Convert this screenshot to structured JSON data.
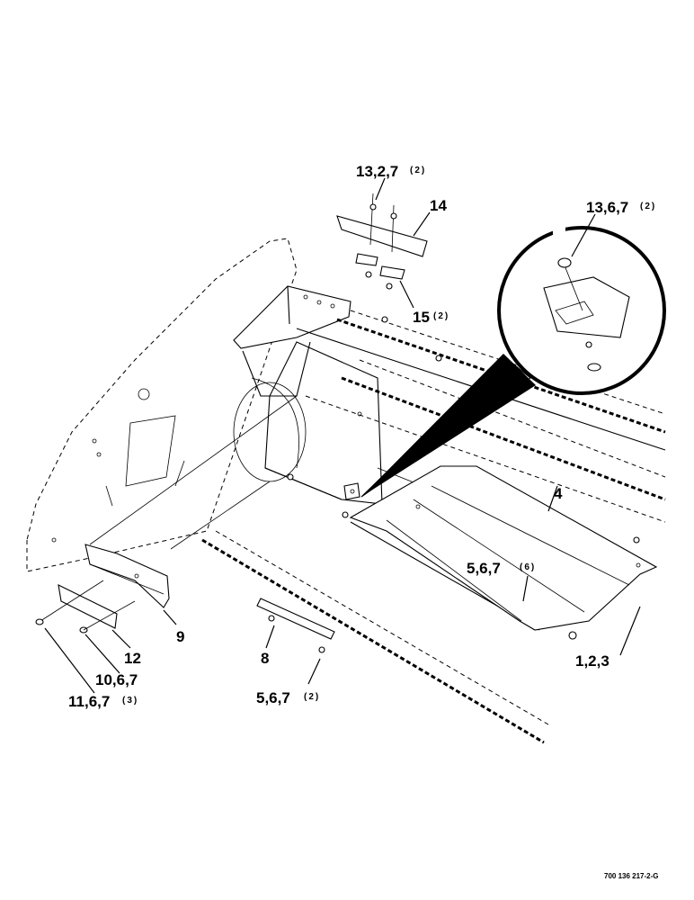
{
  "callouts": {
    "c13_2_7": "13,2,7",
    "c13_2_7_qty": "(2)",
    "c14": "14",
    "c15": "15",
    "c15_qty": "(2)",
    "c13_6_7": "13,6,7",
    "c13_6_7_qty": "(2)",
    "c4": "4",
    "c5_6_7_a": "5,6,7",
    "c5_6_7_a_qty": "(6)",
    "c1_2_3": "1,2,3",
    "c9": "9",
    "c12": "12",
    "c10_6_7": "10,6,7",
    "c11_6_7": "11,6,7",
    "c11_6_7_qty": "(3)",
    "c8": "8",
    "c5_6_7_b": "5,6,7",
    "c5_6_7_b_qty": "(2)"
  },
  "figure_number": "700 136 217-2-G"
}
